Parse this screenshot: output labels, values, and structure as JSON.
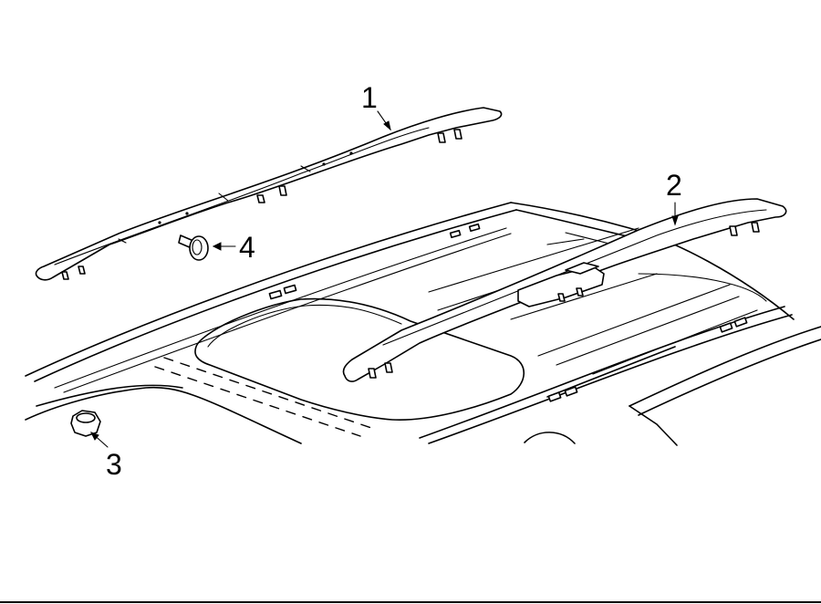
{
  "callouts": [
    {
      "id": "1",
      "label": "1"
    },
    {
      "id": "2",
      "label": "2"
    },
    {
      "id": "3",
      "label": "3"
    },
    {
      "id": "4",
      "label": "4"
    }
  ],
  "colors": {
    "line": "#000000",
    "background": "#ffffff"
  }
}
